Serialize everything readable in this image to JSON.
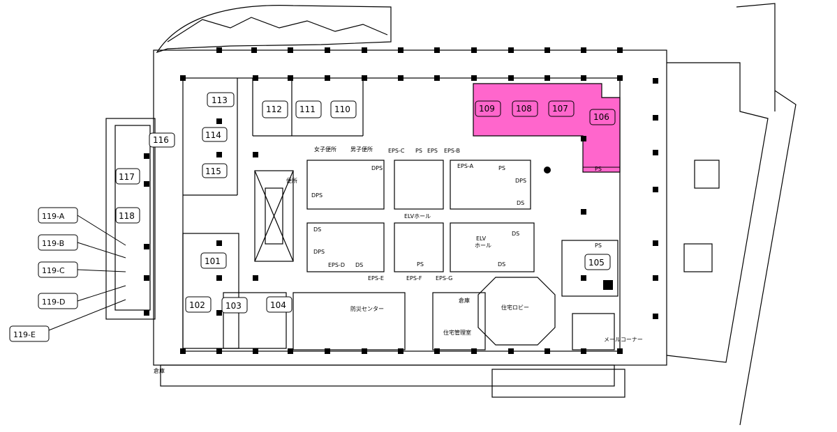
{
  "highlight_color": "#ff66cc",
  "rooms": {
    "r113": "113",
    "r114": "114",
    "r115": "115",
    "r112": "112",
    "r111": "111",
    "r110": "110",
    "r109": "109",
    "r108": "108",
    "r107": "107",
    "r106": "106",
    "r116": "116",
    "r117": "117",
    "r118": "118",
    "r101": "101",
    "r102": "102",
    "r103": "103",
    "r104": "104",
    "r105": "105"
  },
  "callouts": {
    "a": "119-A",
    "b": "119-B",
    "c": "119-C",
    "d": "119-D",
    "e": "119-E"
  },
  "labels": {
    "womens_restroom": "女子便所",
    "mens_restroom": "男子便所",
    "restroom": "便所",
    "eps_c": "EPS-C",
    "eps_b": "EPS-B",
    "eps_a": "EPS-A",
    "eps_d": "EPS-D",
    "eps_e": "EPS-E",
    "eps_f": "EPS-F",
    "eps_g": "EPS-G",
    "ps": "PS",
    "eps": "EPS",
    "dps": "DPS",
    "ds": "DS",
    "elv_hall": "ELVホール",
    "elv": "ELV",
    "hall": "ホール",
    "disaster_center": "防災センター",
    "warehouse": "倉庫",
    "residence_lobby": "住宅ロビー",
    "residence_mgmt": "住宅管理室",
    "mail_corner": "メールコーナー"
  }
}
